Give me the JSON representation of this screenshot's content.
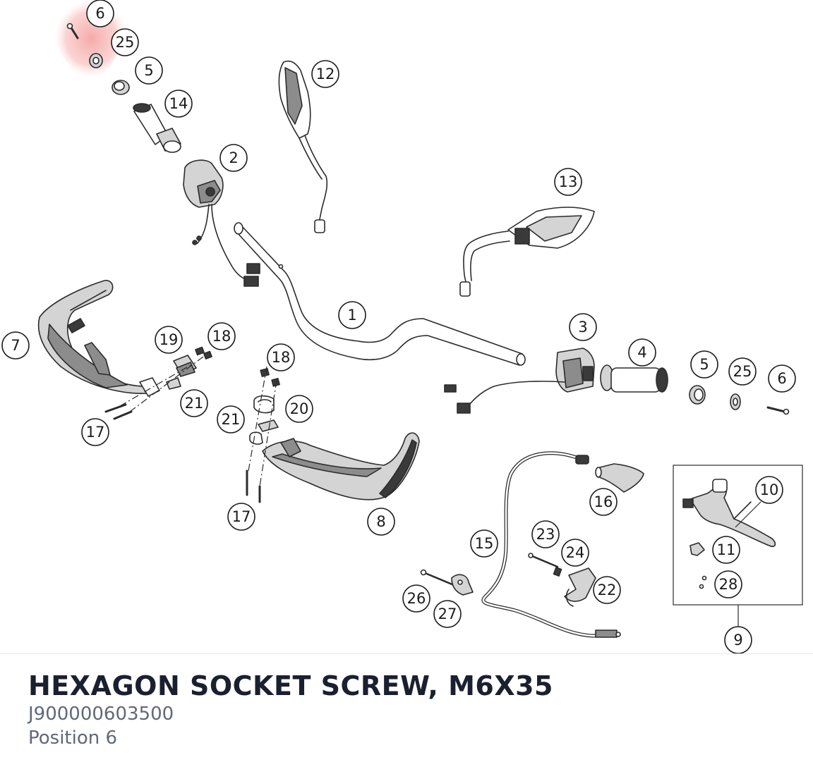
{
  "selection": {
    "title": "HEXAGON SOCKET SCREW, M6X35",
    "part_number": "J900000603500",
    "position": "Position 6",
    "highlight_color": "#f7a8a8"
  },
  "callouts": {
    "c6a": "6",
    "c25a": "25",
    "c5a": "5",
    "c14": "14",
    "c2": "2",
    "c12": "12",
    "c13": "13",
    "c1": "1",
    "c3": "3",
    "c4": "4",
    "c5b": "5",
    "c25b": "25",
    "c6b": "6",
    "c7": "7",
    "c19": "19",
    "c18a": "18",
    "c18b": "18",
    "c21a": "21",
    "c20": "20",
    "c21b": "21",
    "c17a": "17",
    "c17b": "17",
    "c8": "8",
    "c16": "16",
    "c10": "10",
    "c11": "11",
    "c28": "28",
    "c9": "9",
    "c15": "15",
    "c23": "23",
    "c24": "24",
    "c22": "22",
    "c26": "26",
    "c27": "27"
  }
}
